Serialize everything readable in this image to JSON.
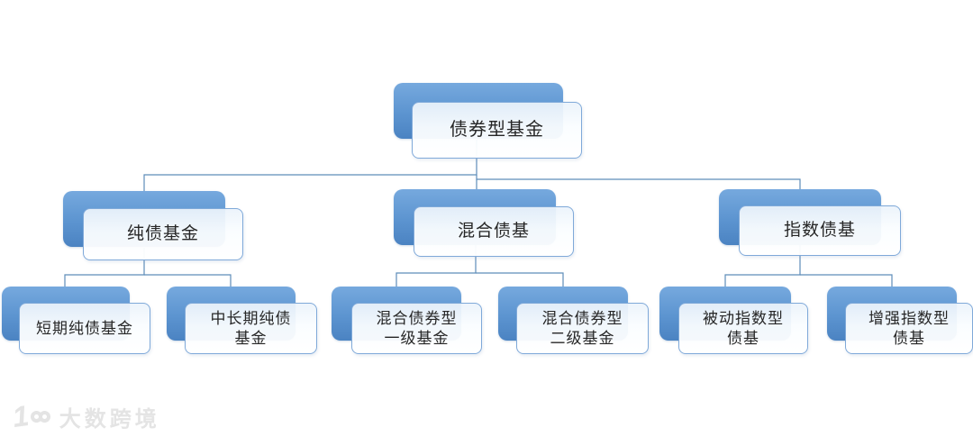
{
  "nodes": {
    "root": {
      "label": "债券型基金"
    },
    "pure_bond": {
      "label": "纯债基金"
    },
    "mixed_bond": {
      "label": "混合债基"
    },
    "index_bond": {
      "label": "指数债基"
    },
    "short_term_pure": {
      "label": "短期纯债基金"
    },
    "mid_long_pure": {
      "label": "中长期纯债\n基金"
    },
    "mixed_tier1": {
      "label": "混合债券型\n一级基金"
    },
    "mixed_tier2": {
      "label": "混合债券型\n二级基金"
    },
    "passive_index": {
      "label": "被动指数型\n债基"
    },
    "enhanced_index": {
      "label": "增强指数型\n债基"
    }
  },
  "hierarchy": {
    "债券型基金": [
      "纯债基金",
      "混合债基",
      "指数债基"
    ],
    "纯债基金": [
      "短期纯债基金",
      "中长期纯债基金"
    ],
    "混合债基": [
      "混合债券型一级基金",
      "混合债券型二级基金"
    ],
    "指数债基": [
      "被动指数型债基",
      "增强指数型债基"
    ]
  },
  "watermark": {
    "text": "大数跨境"
  },
  "colors": {
    "node_back_top": "#76A9DE",
    "node_back_bottom": "#4B83C2",
    "node_front_border": "#7FA9D9",
    "connector": "#5E8DB9",
    "text": "#262626",
    "watermark": "#E4E4E4"
  }
}
